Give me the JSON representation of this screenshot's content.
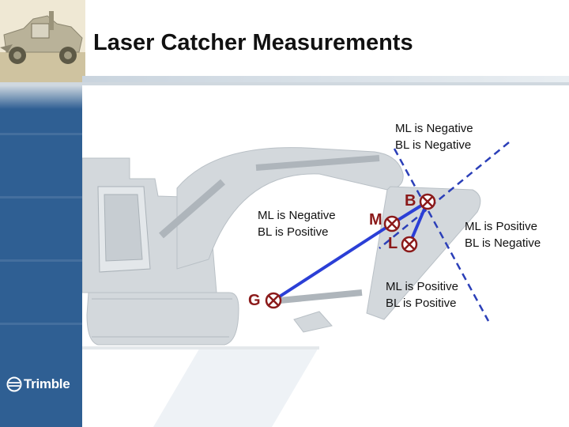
{
  "title": "Laser Catcher Measurements",
  "logo_text": "Trimble",
  "annotations": {
    "top": {
      "line1": "ML is Negative",
      "line2": "BL is Negative"
    },
    "left": {
      "line1": "ML is Negative",
      "line2": "BL is Positive"
    },
    "right": {
      "line1": "ML is Positive",
      "line2": "BL is Negative"
    },
    "bottom": {
      "line1": "ML is Positive",
      "line2": "BL is Positive"
    }
  },
  "points": {
    "b": "B",
    "m": "M",
    "l": "L",
    "g": "G"
  },
  "colors": {
    "sidebar": "#2f5f93",
    "boom_line": "#2b3fd6",
    "dashed_line": "#2b3fb8",
    "marker": "#8b1a1a"
  },
  "icons": [
    "excavator-photo-icon",
    "excavator-silhouette",
    "target-marker-icon",
    "trimble-logo-icon"
  ]
}
